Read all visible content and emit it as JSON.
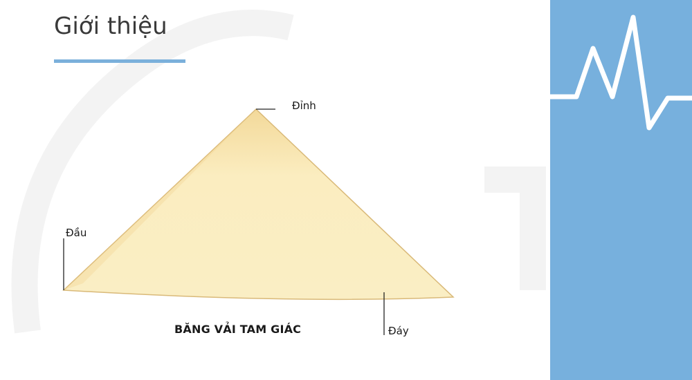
{
  "slide": {
    "title": "Giới thiệu"
  },
  "diagram": {
    "labels": {
      "apex": "Đỉnh",
      "end": "Đầu",
      "base": "Đáy"
    },
    "caption": "BĂNG VẢI TAM GIÁC",
    "fabric_color": "#f7e7b2"
  },
  "theme": {
    "accent": "#7bb0db",
    "panel": "#77b0dd"
  }
}
